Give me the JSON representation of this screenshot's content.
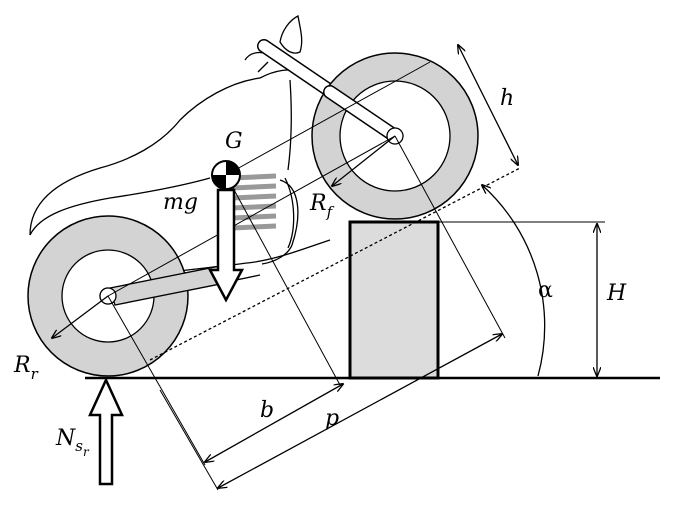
{
  "labels": {
    "G": "G",
    "mg": "mg",
    "h": "h",
    "R_f": "R",
    "R_f_sub": "f",
    "R_r": "R",
    "R_r_sub": "r",
    "alpha": "α",
    "H": "H",
    "b": "b",
    "p": "p",
    "N": "N",
    "N_sub": "s",
    "N_subsub": "r"
  },
  "colors": {
    "tire": "#d3d3d3",
    "block": "#dcdcdc",
    "ink": "#000000"
  }
}
